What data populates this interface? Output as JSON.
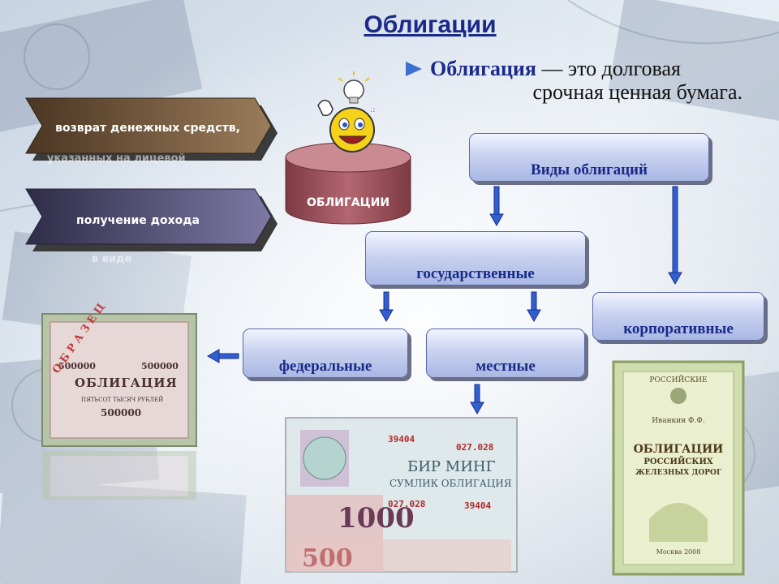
{
  "slide": {
    "title": "Облигации",
    "definition": {
      "term": "Облигация",
      "rest": " — это долговая",
      "line2": "срочная ценная бумага."
    },
    "left_chevrons": [
      {
        "text": "возврат денежных средств,",
        "ghost": "указанных на лицевой"
      },
      {
        "text": "получение дохода",
        "ghost": "в виде"
      }
    ],
    "cylinder_label": "ОБЛИГАЦИИ",
    "boxes": {
      "types": "Виды облигаций",
      "government": "государственные",
      "corporate": "корпоративные",
      "federal": "федеральные",
      "local": "местные"
    },
    "certificates": {
      "federal": {
        "amount1": "500000",
        "amount2": "500000",
        "name": "ОБЛИГАЦИЯ",
        "sum_text": "ПЯТЬСОТ ТЫСЯЧ РУБЛЕЙ",
        "amount3": "500000",
        "stamp": "О Б Р А З Е Ц"
      },
      "local": {
        "serial1": "39404",
        "serial2": "027.028",
        "title": "БИР МИНГ",
        "subtitle": "СУМЛИК ОБЛИГАЦИЯ",
        "serial3": "027.028",
        "serial4": "39404",
        "denom": "1000",
        "denom2": "500"
      },
      "corporate": {
        "top": "РОССИЙСКИЕ",
        "name_line": "Иванкин Ф.Ф.",
        "main1": "ОБЛИГАЦИИ",
        "main2": "РОССИЙСКИХ",
        "main3": "ЖЕЛЕЗНЫХ ДОРОГ",
        "city": "Москва 2008"
      }
    },
    "colors": {
      "title": "#1a2a8a",
      "chevron1": "#6b5238",
      "chevron2": "#4e4a6e",
      "cylinder": "#a0545e",
      "box": "#c9d3f0",
      "arrow": "#2f5fd0"
    }
  }
}
